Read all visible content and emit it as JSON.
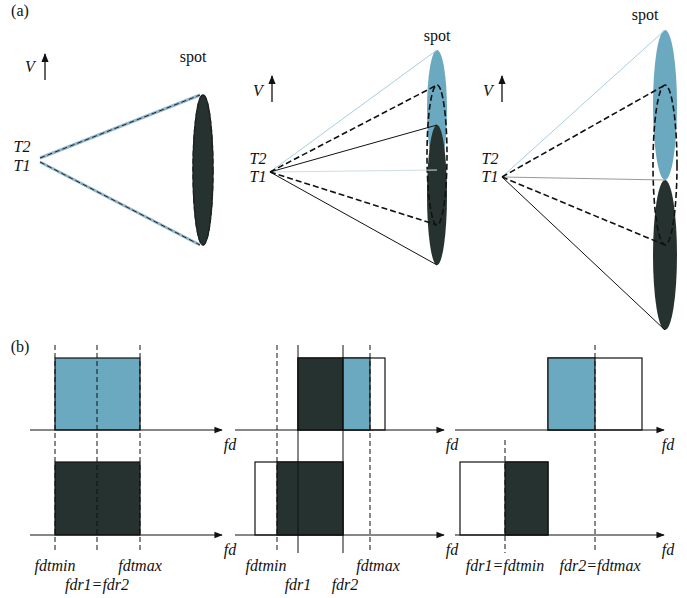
{
  "diagram": {
    "labels": [
      "(a)",
      "spot",
      "V",
      "T2",
      "T1",
      "spot",
      "V",
      "T2",
      "T1",
      "spot",
      "V",
      "T2",
      "T1",
      "(b)",
      "fd",
      "fd",
      "fd",
      "fd",
      "fd",
      "fd",
      "fdtmin",
      "fdr1=fdr2",
      "fdtmax",
      "fdtmin",
      "fdr1",
      "fdr2",
      "fdtmax",
      "fdr1=fdtmin",
      "fdr2=fdtmax"
    ]
  }
}
